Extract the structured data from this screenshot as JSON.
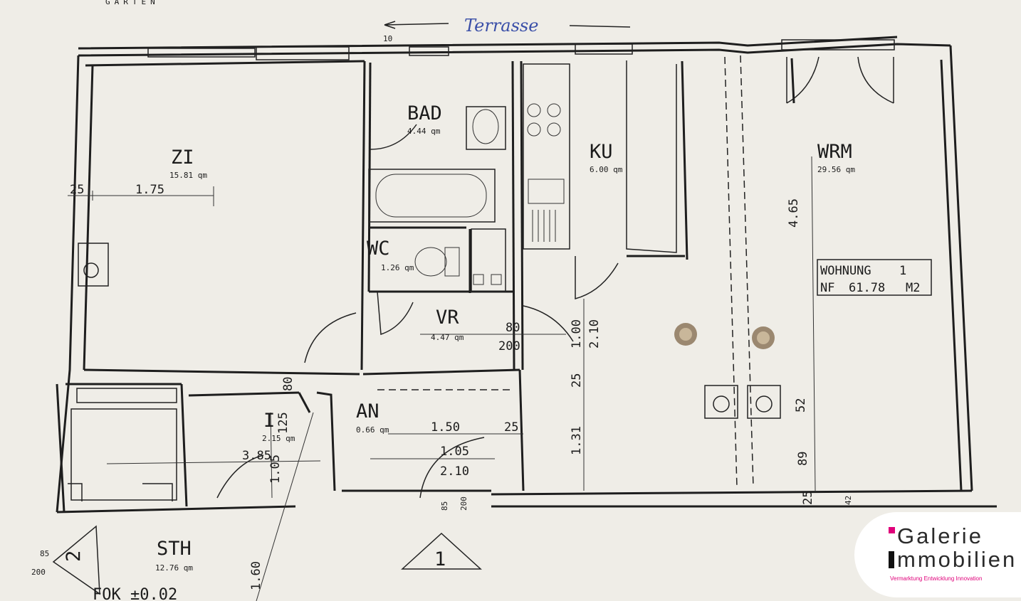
{
  "header": {
    "garden_label": "GARTEN",
    "terrace_label": "Terrasse",
    "top_number": "10"
  },
  "rooms": {
    "bad": {
      "name": "BAD",
      "area": "4.44 qm"
    },
    "zi": {
      "name": "ZI",
      "area": "15.81 qm"
    },
    "ku": {
      "name": "KU",
      "area": "6.00 qm"
    },
    "wrm": {
      "name": "WRM",
      "area": "29.56 qm"
    },
    "wc": {
      "name": "WC",
      "area": "1.26 qm"
    },
    "vr": {
      "name": "VR",
      "area": "4.47 qm"
    },
    "an": {
      "name": "AN",
      "area": "0.66 qm"
    },
    "i": {
      "name": "I",
      "area": "2.15 qm"
    },
    "sth": {
      "name": "STH",
      "area": "12.76 qm"
    }
  },
  "unit_box": {
    "line1_left": "WOHNUNG",
    "line1_right": "1",
    "line2_left": "NF",
    "line2_value": "61.78",
    "line2_unit": "M2"
  },
  "dimensions": {
    "d25_left": "25",
    "d175": "1.75",
    "d465": "4.65",
    "d80": "80",
    "d200_vr": "200",
    "d100": "1.00",
    "d210": "2.10",
    "d25_mid": "25",
    "d131": "1.31",
    "d52": "52",
    "d89": "89",
    "d25_bottom": "25",
    "d42": "42",
    "d150": "1.50",
    "d25_an": "25",
    "d105": "1.05",
    "d210_lower": "2.10",
    "d85": "85",
    "d200_lower": "200",
    "d385": "3.85",
    "d105_i": "1.05",
    "d125_i": "125",
    "d160": "1.60",
    "d85_stair": "85",
    "d200_stair": "200",
    "d80_i": "80"
  },
  "stair": {
    "number_1": "1",
    "number_2": "2"
  },
  "floor_level": "FOK  ±0.02",
  "logo": {
    "line1": "Galerie",
    "line2": "mmobilien",
    "tagline": "Vermarktung  Entwicklung  Innovation",
    "accent_color": "#e0007a"
  }
}
